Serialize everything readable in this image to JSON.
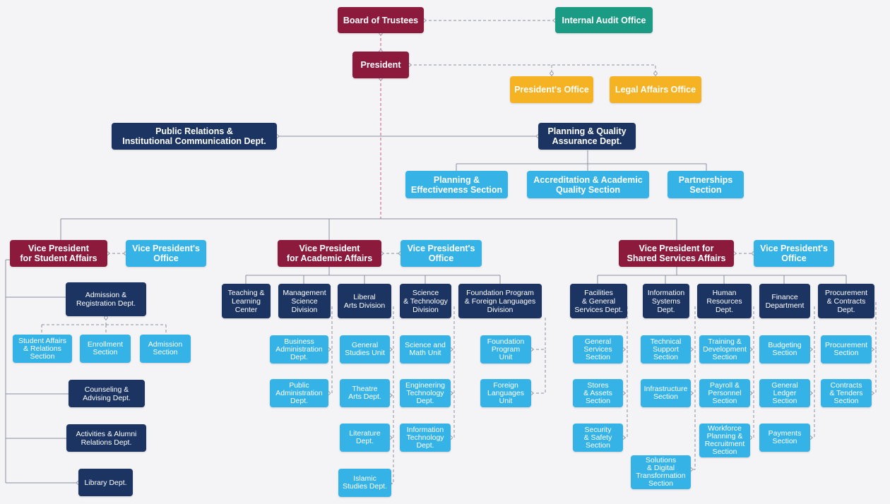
{
  "colors": {
    "maroon": "#8b1a3c",
    "teal": "#1b9a84",
    "gold": "#f5b223",
    "navy": "#1c3461",
    "light_blue": "#35b3e6",
    "background": "#f4f4f6"
  },
  "top": {
    "board": "Board of Trustees",
    "internal_audit": "Internal Audit Office",
    "president": "President",
    "presidents_office": "President's Office",
    "legal_affairs": "Legal Affairs Office",
    "public_relations": "Public Relations &\nInstitutional Communication Dept.",
    "planning_quality": "Planning & Quality\nAssurance Dept.",
    "planning_effectiveness": "Planning &\nEffectiveness Section",
    "accreditation": "Accreditation & Academic\nQuality Section",
    "partnerships": "Partnerships\nSection"
  },
  "student_affairs": {
    "vp": "Vice President\nfor Student Affairs",
    "vp_office": "Vice President's\nOffice",
    "admission_registration": "Admission &\nRegistration Dept.",
    "student_affairs_relations": "Student Affairs\n& Relations\nSection",
    "enrollment": "Enrollment\nSection",
    "admission_section": "Admission\nSection",
    "counseling": "Counseling &\nAdvising Dept.",
    "activities_alumni": "Activities & Alumni\nRelations Dept.",
    "library": "Library Dept."
  },
  "academic_affairs": {
    "vp": "Vice President\nfor Academic Affairs",
    "vp_office": "Vice President's\nOffice",
    "teaching": "Teaching &\nLearning\nCenter",
    "management_science": "Management\nScience\nDivision",
    "liberal_arts": "Liberal\nArts Division",
    "science_technology": "Science\n& Technology\nDivision",
    "foundation_division": "Foundation Program\n& Foreign Languages\nDivision",
    "business_admin": "Business\nAdministration\nDept.",
    "public_admin": "Public\nAdministration\nDept.",
    "general_studies": "General\nStudies Unit",
    "theatre_arts": "Theatre\nArts Dept.",
    "literature": "Literature\nDept.",
    "islamic_studies": "Islamic\nStudies Dept.",
    "science_math": "Science and\nMath Unit",
    "engineering_tech": "Engineering\nTechnology\nDept.",
    "information_tech": "Information\nTechnology\nDept.",
    "foundation_unit": "Foundation\nProgram\nUnit",
    "foreign_languages": "Foreign\nLanguages\nUnit"
  },
  "shared_services": {
    "vp": "Vice President for\nShared Services Affairs",
    "vp_office": "Vice President's\nOffice",
    "facilities": "Facilities\n& General\nServices Dept.",
    "information_systems": "Information\nSystems\nDept.",
    "human_resources": "Human\nResources\nDept.",
    "finance": "Finance\nDepartment",
    "procurement_contracts": "Procurement\n& Contracts\nDept.",
    "general_services": "General\nServices\nSection",
    "stores_assets": "Stores\n& Assets\nSection",
    "security_safety": "Security\n& Safety\nSection",
    "technical_support": "Technical\nSupport\nSection",
    "infrastructure": "Infrastructure\nSection",
    "solutions_digital": "Solutions\n& Digital\nTransformation\nSection",
    "training_development": "Training &\nDevelopment\nSection",
    "payroll_personnel": "Payroll &\nPersonnel\nSection",
    "workforce_planning": "Workforce\nPlanning &\nRecruitment\nSection",
    "budgeting": "Budgeting\nSection",
    "general_ledger": "General\nLedger\nSection",
    "payments": "Payments\nSection",
    "procurement_section": "Procurement\nSection",
    "contracts_tenders": "Contracts\n& Tenders\nSection"
  }
}
